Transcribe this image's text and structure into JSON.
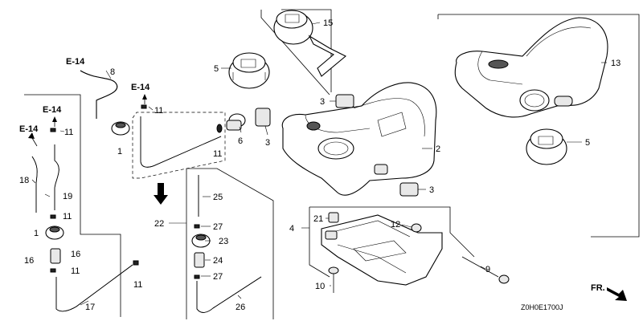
{
  "diagram_code": "Z0H0E1700J",
  "direction_label": "FR.",
  "callouts": {
    "p1a": "1",
    "p1b": "1",
    "p2": "2",
    "p3a": "3",
    "p3b": "3",
    "p3c": "3",
    "p4": "4",
    "p5a": "5",
    "p5b": "5",
    "p6": "6",
    "p8": "8",
    "p9": "9",
    "p10": "10",
    "p11a": "11",
    "p11b": "11",
    "p11c": "11",
    "p11d": "11",
    "p11e": "11",
    "p11f": "11",
    "p12": "12",
    "p13": "13",
    "p15": "15",
    "p16a": "16",
    "p16b": "16",
    "p17": "17",
    "p18": "18",
    "p19": "19",
    "p21": "21",
    "p22": "22",
    "p23": "23",
    "p24": "24",
    "p25": "25",
    "p26": "26",
    "p27a": "27",
    "p27b": "27"
  },
  "refs": {
    "e14a": "E-14",
    "e14b": "E-14",
    "e14c": "E-14",
    "e14d": "E-14"
  }
}
